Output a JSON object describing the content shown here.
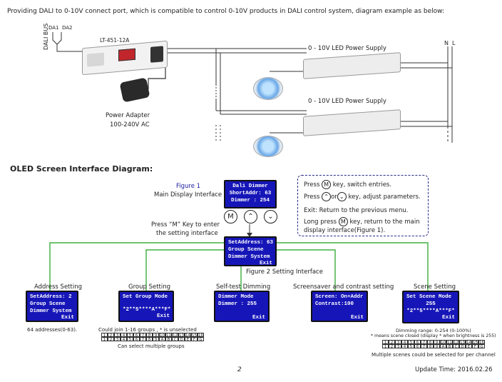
{
  "intro": "Providing DALI to 0-10V connect port, which is compatible to control 0-10V products in DALI control system, diagram example as below:",
  "wiring": {
    "da1": "DA1",
    "da2": "DA2",
    "dali_bus": "DALI BUS",
    "device_model": "LT-451-12A",
    "supply1": "0 - 10V  LED Power Supply",
    "supply2": "0 - 10V  LED Power Supply",
    "n": "N",
    "l": "L",
    "adapter_title": "Power Adapter",
    "adapter_voltage": "100-240V AC"
  },
  "oled_heading": "OLED Screen Interface Diagram:",
  "figure1": {
    "caption": "Figure 1",
    "label": "Main Display Interface",
    "lines": [
      "Dali Dimmer",
      "ShortAddr:  63",
      "Dimmer   : 254"
    ]
  },
  "keys": {
    "m": "M",
    "up": "⌃",
    "down": "⌄"
  },
  "press_m": {
    "line1": "Press “M” Key to enter",
    "line2": "the setting interface"
  },
  "instructions": {
    "l1_a": "Press",
    "l1_key": "M",
    "l1_b": "key,  switch entries.",
    "l2_a": "Press",
    "l2_or": "or",
    "l2_b": "key, adjust parameters.",
    "l3": "Exit: Return to the previous menu.",
    "l4_a": "Long press",
    "l4_key": "M",
    "l4_b": "key, return to the main",
    "l5": "display interface(Figure 1)."
  },
  "figure2": {
    "lines": [
      "SetAddress: 63",
      "Group  Scene",
      "Dimmer System",
      "Exit"
    ],
    "caption": "Figure 2  Setting Interface"
  },
  "panels": {
    "address": {
      "title": "Address Setting",
      "lines": [
        "SetAddress: 2",
        "Group  Scene",
        "Dimmer System",
        "Exit"
      ],
      "note": "64 addresses(0-63)."
    },
    "group": {
      "title": "Group Setting",
      "lines": [
        "Set Group Mode",
        "*2**5****A***F*",
        "Exit"
      ],
      "note1": "Could join 1-16 groups , * is unselected",
      "note2": "Can select multiple groups"
    },
    "selftest": {
      "title": "Self-test Dimming",
      "lines": [
        "Dimmer  Mode",
        "Dimmer :  255",
        "Exit"
      ]
    },
    "screensaver": {
      "title": "Screensaver and contrast setting",
      "lines": [
        "Screen: On+Addr",
        "Contrast:100",
        "Exit"
      ]
    },
    "scene": {
      "title": "Scene Setting",
      "lines": [
        "Set Scene Mode",
        "255",
        "*2**5****A***F*",
        "Exit"
      ],
      "note1": "Dimming range: 0-254 (0-100%)",
      "note2": "* means scene closed (display * when brightness is 255)",
      "note3": "Multiple scenes could be selected for per channel"
    }
  },
  "grid_row1": [
    "1",
    "2",
    "3",
    "4",
    "5",
    "6",
    "7",
    "8",
    "9",
    "10",
    "11",
    "12",
    "13",
    "14",
    "15",
    "16"
  ],
  "grid_row2": [
    "1",
    "2",
    "3",
    "4",
    "5",
    "6",
    "7",
    "8",
    "9",
    "A",
    "B",
    "C",
    "D",
    "E",
    "F",
    "G"
  ],
  "footer": {
    "page": "2",
    "update": "Update Time: 2016.02.26"
  }
}
